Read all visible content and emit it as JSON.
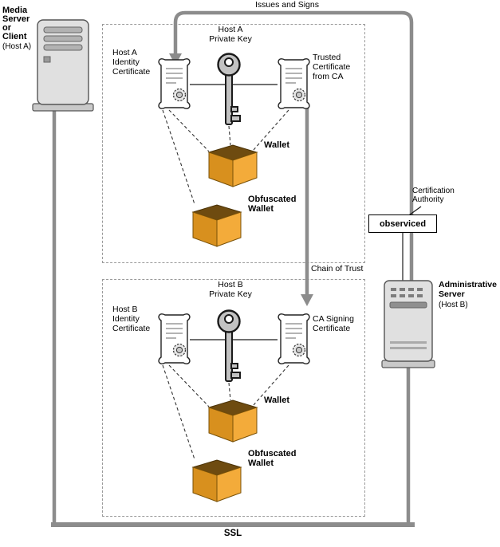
{
  "left": {
    "media_server_name": "Media\nServer\nor\nClient",
    "media_server_host": "(Host A)"
  },
  "top": {
    "issues_and_signs": "Issues and Signs"
  },
  "host_a_wallet": {
    "private_key": "Host A\nPrivate Key",
    "identity_certificate": "Host A\nIdentity\nCertificate",
    "trusted_certificate": "Trusted\nCertificate\nfrom CA",
    "wallet": "Wallet",
    "obfuscated_wallet": "Obfuscated\nWallet"
  },
  "middle": {
    "chain_of_trust": "Chain of Trust"
  },
  "host_b_wallet": {
    "private_key": "Host B\nPrivate Key",
    "identity_certificate": "Host B\nIdentity\nCertificate",
    "ca_signing_certificate": "CA Signing\nCertificate",
    "wallet": "Wallet",
    "obfuscated_wallet": "Obfuscated\nWallet"
  },
  "right": {
    "certification_authority": "Certification\nAuthority",
    "ca_box": "observiced",
    "admin_server_name": "Administrative\nServer",
    "admin_server_host": "(Host B)"
  },
  "bottom": {
    "ssl": "SSL"
  },
  "colors": {
    "connector_gray": "#8c8c8c",
    "wallet_gold": "#f3ab3a",
    "wallet_gold_dark": "#d8901e",
    "wallet_inner_brown": "#6e4b10",
    "server_fill": "#e0e0e0"
  }
}
